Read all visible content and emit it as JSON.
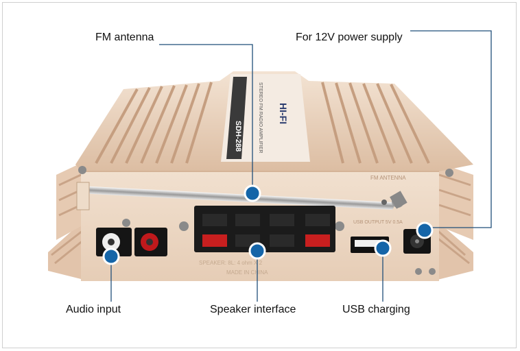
{
  "callouts": {
    "fm_antenna": "FM antenna",
    "power_supply": "For 12V power supply",
    "audio_input": "Audio input",
    "speaker_interface": "Speaker interface",
    "usb_charging": "USB charging"
  },
  "device_print": {
    "brand_panel": "SDH-288",
    "hifi_text": "HI-FI",
    "model_text": "STEREO FM RADIO AMPLIFIER",
    "fm_antenna_label": "FM ANTENNA",
    "usb_output_label": "USB OUTPUT 5V 0.5A",
    "speaker_label": "SPEAKER: 8L: 4 ohm X 2",
    "made_in": "MADE IN CHINA"
  },
  "colors": {
    "callout_line": "#1f4e79",
    "callout_dot": "#1565a8",
    "body_gold": "#ead3bd",
    "fin_dark": "#c9a488"
  }
}
